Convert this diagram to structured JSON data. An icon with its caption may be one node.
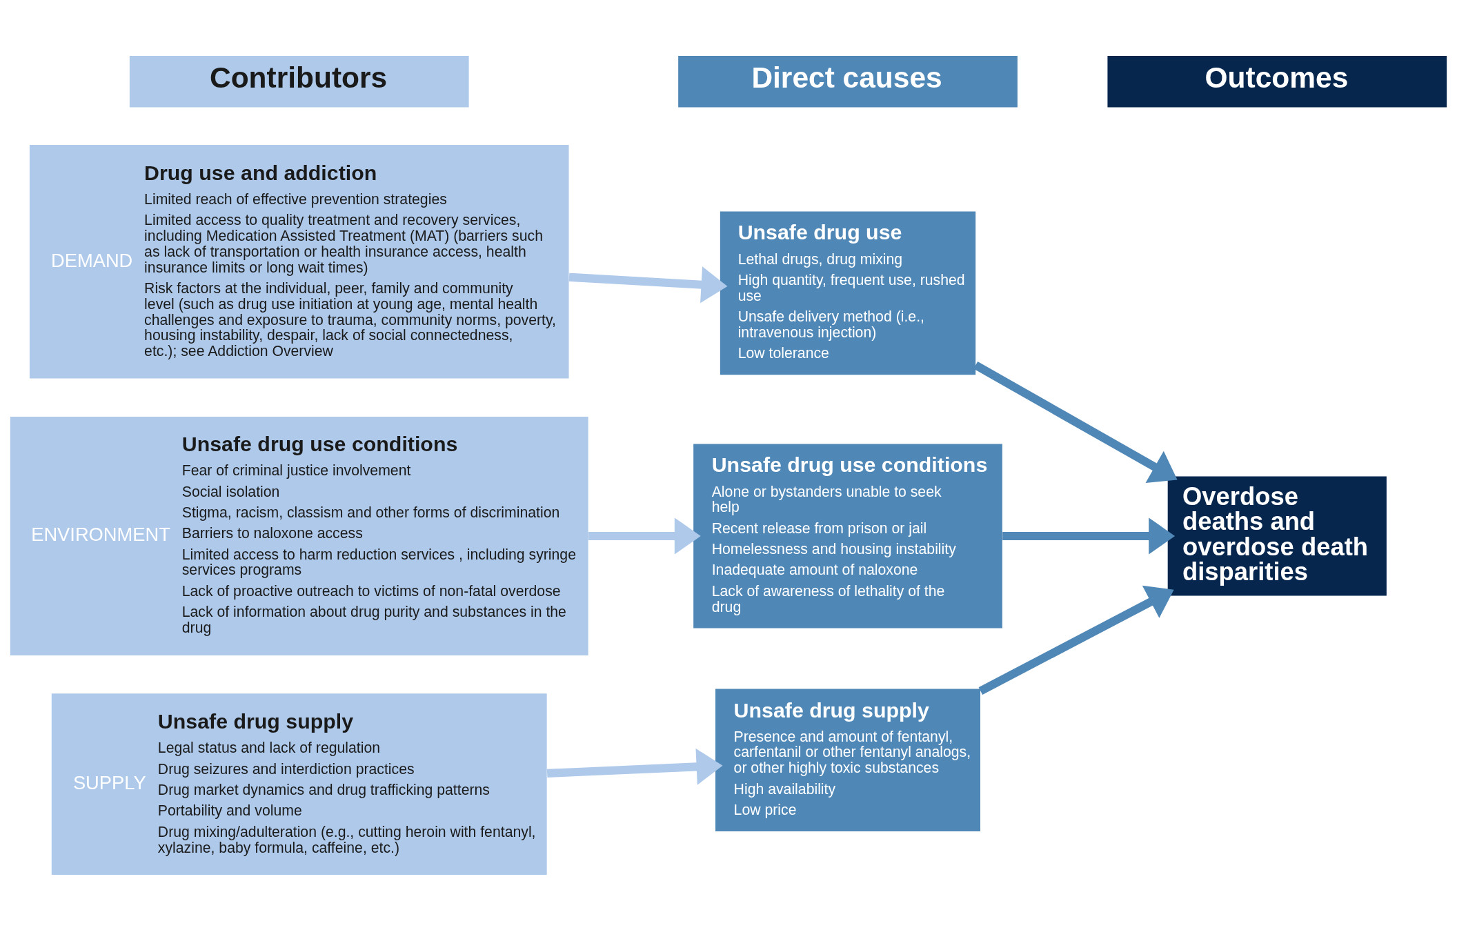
{
  "diagram": {
    "nodes": [
      {
        "text": [
          "Contributors"
        ]
      },
      {
        "text": [
          "Direct causes"
        ]
      },
      {
        "text": [
          "Outcomes"
        ]
      },
      {
        "text": [
          "DEMAND",
          "Drug use and addiction",
          "Limited reach of effective prevention strategies",
          "Limited access to quality treatment and recovery services, including Medication Assisted Treatment (MAT) (barriers such as lack of transportation or health insurance access, health insurance limits or long wait times)",
          "Risk factors at the individual, peer, family and community level (such as drug use initiation at young age, mental health challenges and exposure to trauma, community norms, poverty, housing instability, despair, lack of social connectedness, etc.); see Addiction Overview"
        ]
      },
      {
        "text": [
          "Unsafe drug use",
          "Lethal drugs, drug mixing",
          "High quantity, frequent use, rushed use",
          "Unsafe delivery method (i.e., intravenous injection)",
          "Low tolerance"
        ]
      },
      {
        "text": [
          "ENVIRONMENT",
          "Unsafe drug use conditions",
          "Fear of criminal justice involvement",
          "Social isolation",
          "Stigma, racism, classism and other forms of discrimination",
          "Barriers to naloxone access",
          "Limited access to harm reduction services , including syringe services programs",
          "Lack of proactive outreach to victims of non-fatal overdose",
          "Lack of information about drug purity and substances in the drug"
        ]
      },
      {
        "text": [
          "Unsafe drug use conditions",
          "Alone or bystanders unable to seek help",
          "Recent release from prison or jail",
          "Homelessness and housing instability",
          "Inadequate amount of naloxone",
          "Lack of awareness of lethality of the drug"
        ]
      },
      {
        "text": [
          "Overdose deaths and overdose death disparities"
        ]
      },
      {
        "text": [
          "SUPPLY",
          "Unsafe drug supply",
          "Legal status and lack of regulation",
          "Drug seizures and interdiction practices",
          "Drug market dynamics and drug trafficking patterns",
          "Portability and volume",
          "Drug mixing/adulteration (e.g., cutting heroin with fentanyl, xylazine, baby formula, caffeine, etc.)"
        ]
      },
      {
        "text": [
          "Unsafe drug supply",
          "Presence and amount of fentanyl, carfentanil or other fentanyl analogs, or other highly toxic substances",
          "High availability",
          "Low price"
        ]
      }
    ],
    "edges": [
      {
        "from": 3,
        "to": 4,
        "arrow": "to",
        "color": "#aec9ea"
      },
      {
        "from": 5,
        "to": 6,
        "arrow": "to",
        "color": "#aec9ea"
      },
      {
        "from": 8,
        "to": 9,
        "arrow": "to",
        "color": "#aec9ea"
      },
      {
        "from": 4,
        "to": 7,
        "arrow": "to",
        "color": "#4f87b7"
      },
      {
        "from": 6,
        "to": 7,
        "arrow": "to",
        "color": "#4f87b7"
      },
      {
        "from": 9,
        "to": 7,
        "arrow": "to",
        "color": "#4f87b7"
      }
    ]
  }
}
